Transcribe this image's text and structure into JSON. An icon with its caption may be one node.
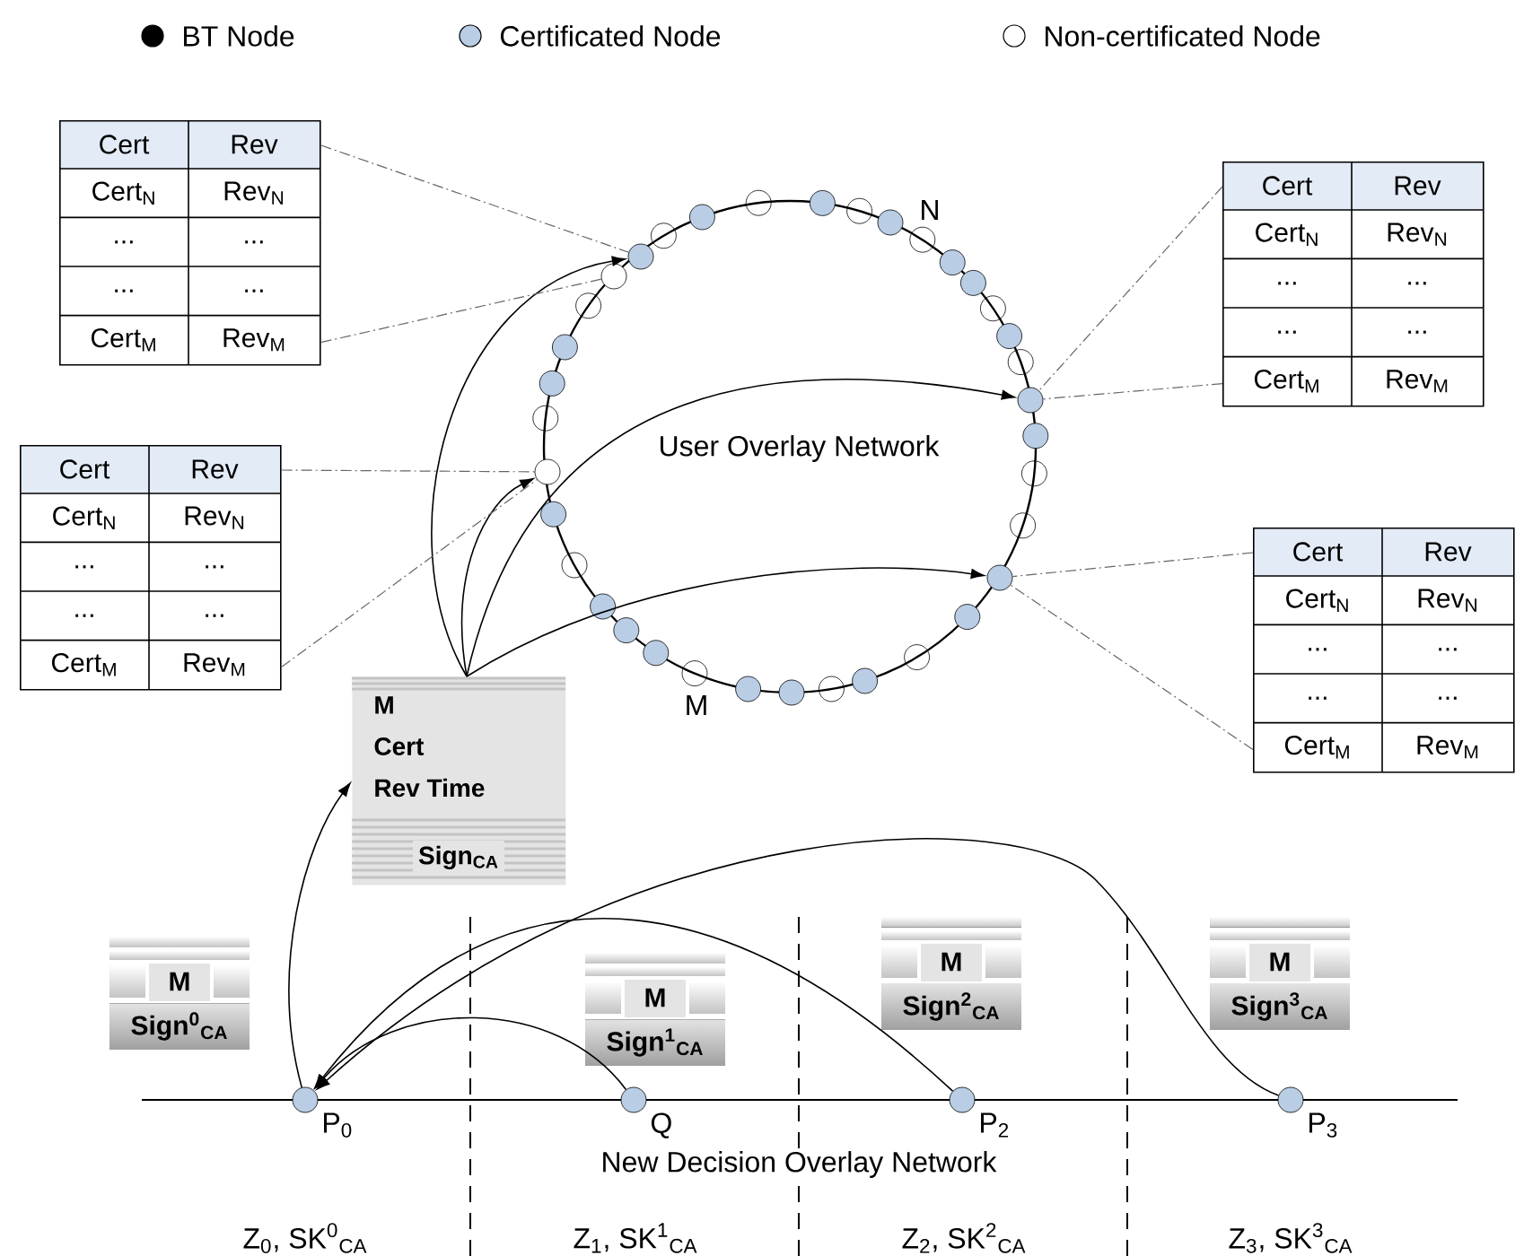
{
  "diagram": {
    "nodes": [
      {
        "text": [
          "Cert",
          "Rev",
          "Cert$_{N}$",
          "Rev$_{N}$",
          "...",
          "...",
          "...",
          "...",
          "Cert$_{M}$",
          "Rev$_{M}$"
        ]
      },
      {
        "text": [
          "Cert",
          "Rev",
          "Cert$_{N}$",
          "Rev$_{N}$",
          "...",
          "...",
          "...",
          "...",
          "Cert$_{M}$",
          "Rev$_{M}$"
        ]
      },
      {
        "text": [
          "Cert",
          "Rev",
          "Cert$_{N}$",
          "Rev$_{N}$",
          "...",
          "...",
          "...",
          "...",
          "Cert$_{M}$",
          "Rev$_{M}$"
        ]
      },
      {
        "text": [
          "Cert",
          "Rev",
          "Cert$_{N}$",
          "Rev$_{N}$",
          "...",
          "...",
          "...",
          "...",
          "Cert$_{M}$",
          "Rev$_{M}$"
        ]
      },
      {
        "text": [],
        "shape": "circle"
      },
      {
        "text": [],
        "shape": "circle"
      },
      {
        "text": [],
        "shape": "circle"
      },
      {
        "text": [],
        "shape": "circle"
      },
      {
        "text": [],
        "shape": "circle"
      },
      {
        "text": [
          "M",
          "Cert",
          "Rev Time",
          "Sign$_{CA}$"
        ]
      },
      {
        "text": [
          "M",
          "Sign$^{0}$$_{CA}$"
        ]
      },
      {
        "text": [
          "M",
          "Sign$^{1}$$_{CA}$"
        ]
      },
      {
        "text": [
          "M",
          "Sign$^{2}$$_{CA}$"
        ]
      },
      {
        "text": [
          "M",
          "Sign$^{3}$$_{CA}$"
        ]
      },
      {
        "text": [],
        "shape": "circle",
        "beside": [
          "P$_{0}$"
        ]
      },
      {
        "text": [],
        "shape": "circle",
        "beside": [
          "Q"
        ]
      },
      {
        "text": [],
        "shape": "circle",
        "beside": [
          "P$_{2}$"
        ]
      },
      {
        "text": [],
        "shape": "circle",
        "beside": [
          "P$_{3}$"
        ]
      }
    ],
    "edges": [
      {
        "from": 14,
        "to": 9,
        "arrow": "to"
      },
      {
        "from": 9,
        "to": 4,
        "arrow": "to"
      },
      {
        "from": 9,
        "to": 6,
        "arrow": "to"
      },
      {
        "from": 9,
        "to": 7,
        "arrow": "to"
      },
      {
        "from": 9,
        "to": 8,
        "arrow": "to"
      },
      {
        "from": 15,
        "to": 14,
        "arrow": "to"
      },
      {
        "from": 16,
        "to": 14,
        "arrow": "to"
      },
      {
        "from": 17,
        "to": 14,
        "arrow": "to"
      },
      {
        "from": 0,
        "to": 4,
        "arrow": "none",
        "style": "dashed",
        "color": "#666666"
      },
      {
        "from": 0,
        "to": 5,
        "arrow": "none",
        "style": "dashed",
        "color": "#666666"
      },
      {
        "from": 1,
        "to": 7,
        "arrow": "none",
        "style": "dashed",
        "color": "#666666"
      },
      {
        "from": 1,
        "to": 7,
        "arrow": "none",
        "style": "dashed",
        "color": "#666666"
      },
      {
        "from": 2,
        "to": 6,
        "arrow": "none",
        "style": "dashed",
        "color": "#666666"
      },
      {
        "from": 2,
        "to": 6,
        "arrow": "none",
        "style": "dashed",
        "color": "#666666"
      },
      {
        "from": 3,
        "to": 8,
        "arrow": "none",
        "style": "dashed",
        "color": "#666666"
      },
      {
        "from": 3,
        "to": 8,
        "arrow": "none",
        "style": "dashed",
        "color": "#666666"
      }
    ],
    "labels": [
      "N",
      "User Overlay Network",
      "M",
      "New Decision Overlay Network",
      "Z$_{0}$, SK$^{0}$$_{CA}$",
      "Z$_{1}$, SK$^{1}$$_{CA}$",
      "Z$_{2}$, SK$^{2}$$_{CA}$",
      "Z$_{3}$, SK$^{3}$$_{CA}$"
    ],
    "legend": [
      {
        "text": "BT Node",
        "color": "#000000"
      },
      {
        "text": "Certificated Node",
        "color": "#b9cde5"
      },
      {
        "text": "Non-certificated Node"
      }
    ]
  }
}
